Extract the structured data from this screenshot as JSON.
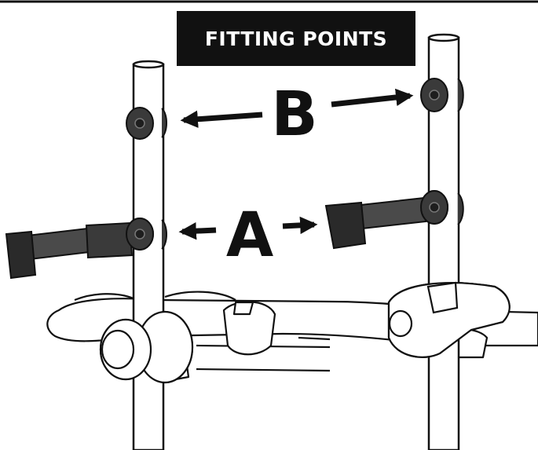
{
  "title": "FITTING POINTS",
  "labels": {
    "upper": "B",
    "lower": "A"
  },
  "colors": {
    "ink": "#111111",
    "fill": "#ffffff",
    "part": "#3a3a3a",
    "part_dark": "#1e1e1e"
  }
}
